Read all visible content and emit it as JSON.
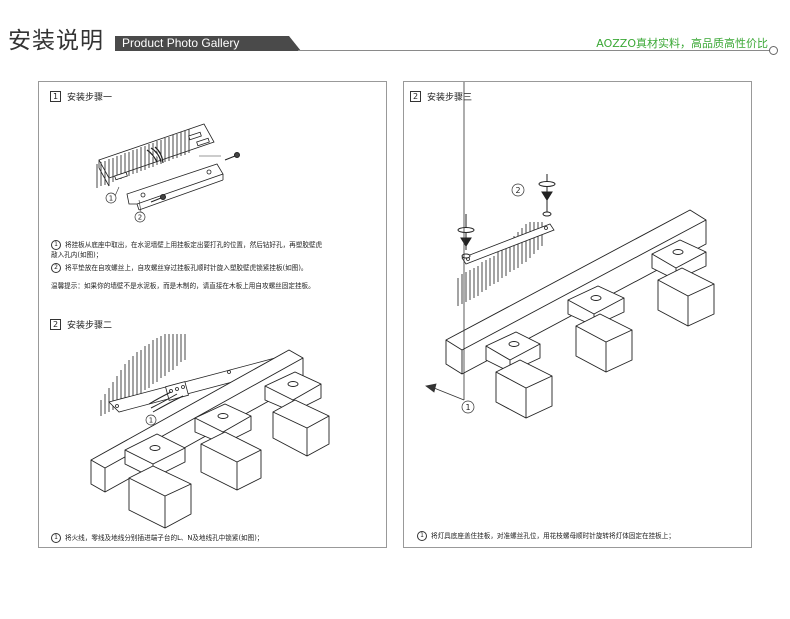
{
  "header": {
    "title": "安装说明",
    "subtitle": "Product Photo Gallery",
    "slogan": "AOZZO真材实料，高品质高性价比"
  },
  "left_panel": {
    "step1": {
      "number": "1",
      "title": "安装步骤一",
      "callouts": [
        "1",
        "2"
      ],
      "note1_num": "1",
      "note1": "将挂板从底座中取出，在水泥墙壁上用挂板定出要打孔的位置，然后钻好孔，再塑胶壁虎",
      "note1_cont": "敲入孔内(如图)；",
      "note2_num": "2",
      "note2": "将平垫放在自攻螺丝上，自攻螺丝穿过挂板孔顺时针旋入塑胶壁虎锁紧挂板(如图)。",
      "tip": "温馨提示：如果你的墙壁不是水泥板，而是木制的，请直接在木板上用自攻螺丝固定挂板。"
    },
    "step2": {
      "number": "2",
      "title": "安装步骤二",
      "callouts": [
        "1"
      ],
      "note_num": "1",
      "note": "将火线，零线及地线分别插进端子台的L、N及地线孔中锁紧(如图)；"
    }
  },
  "right_panel": {
    "step3": {
      "number": "2",
      "title": "安装步骤三",
      "callouts": [
        "1",
        "2"
      ],
      "note_num": "1",
      "note": "将灯具底座盖住挂板，对准螺丝孔位，用花枝螺母顺时针旋转将灯体固定在挂板上；"
    }
  }
}
